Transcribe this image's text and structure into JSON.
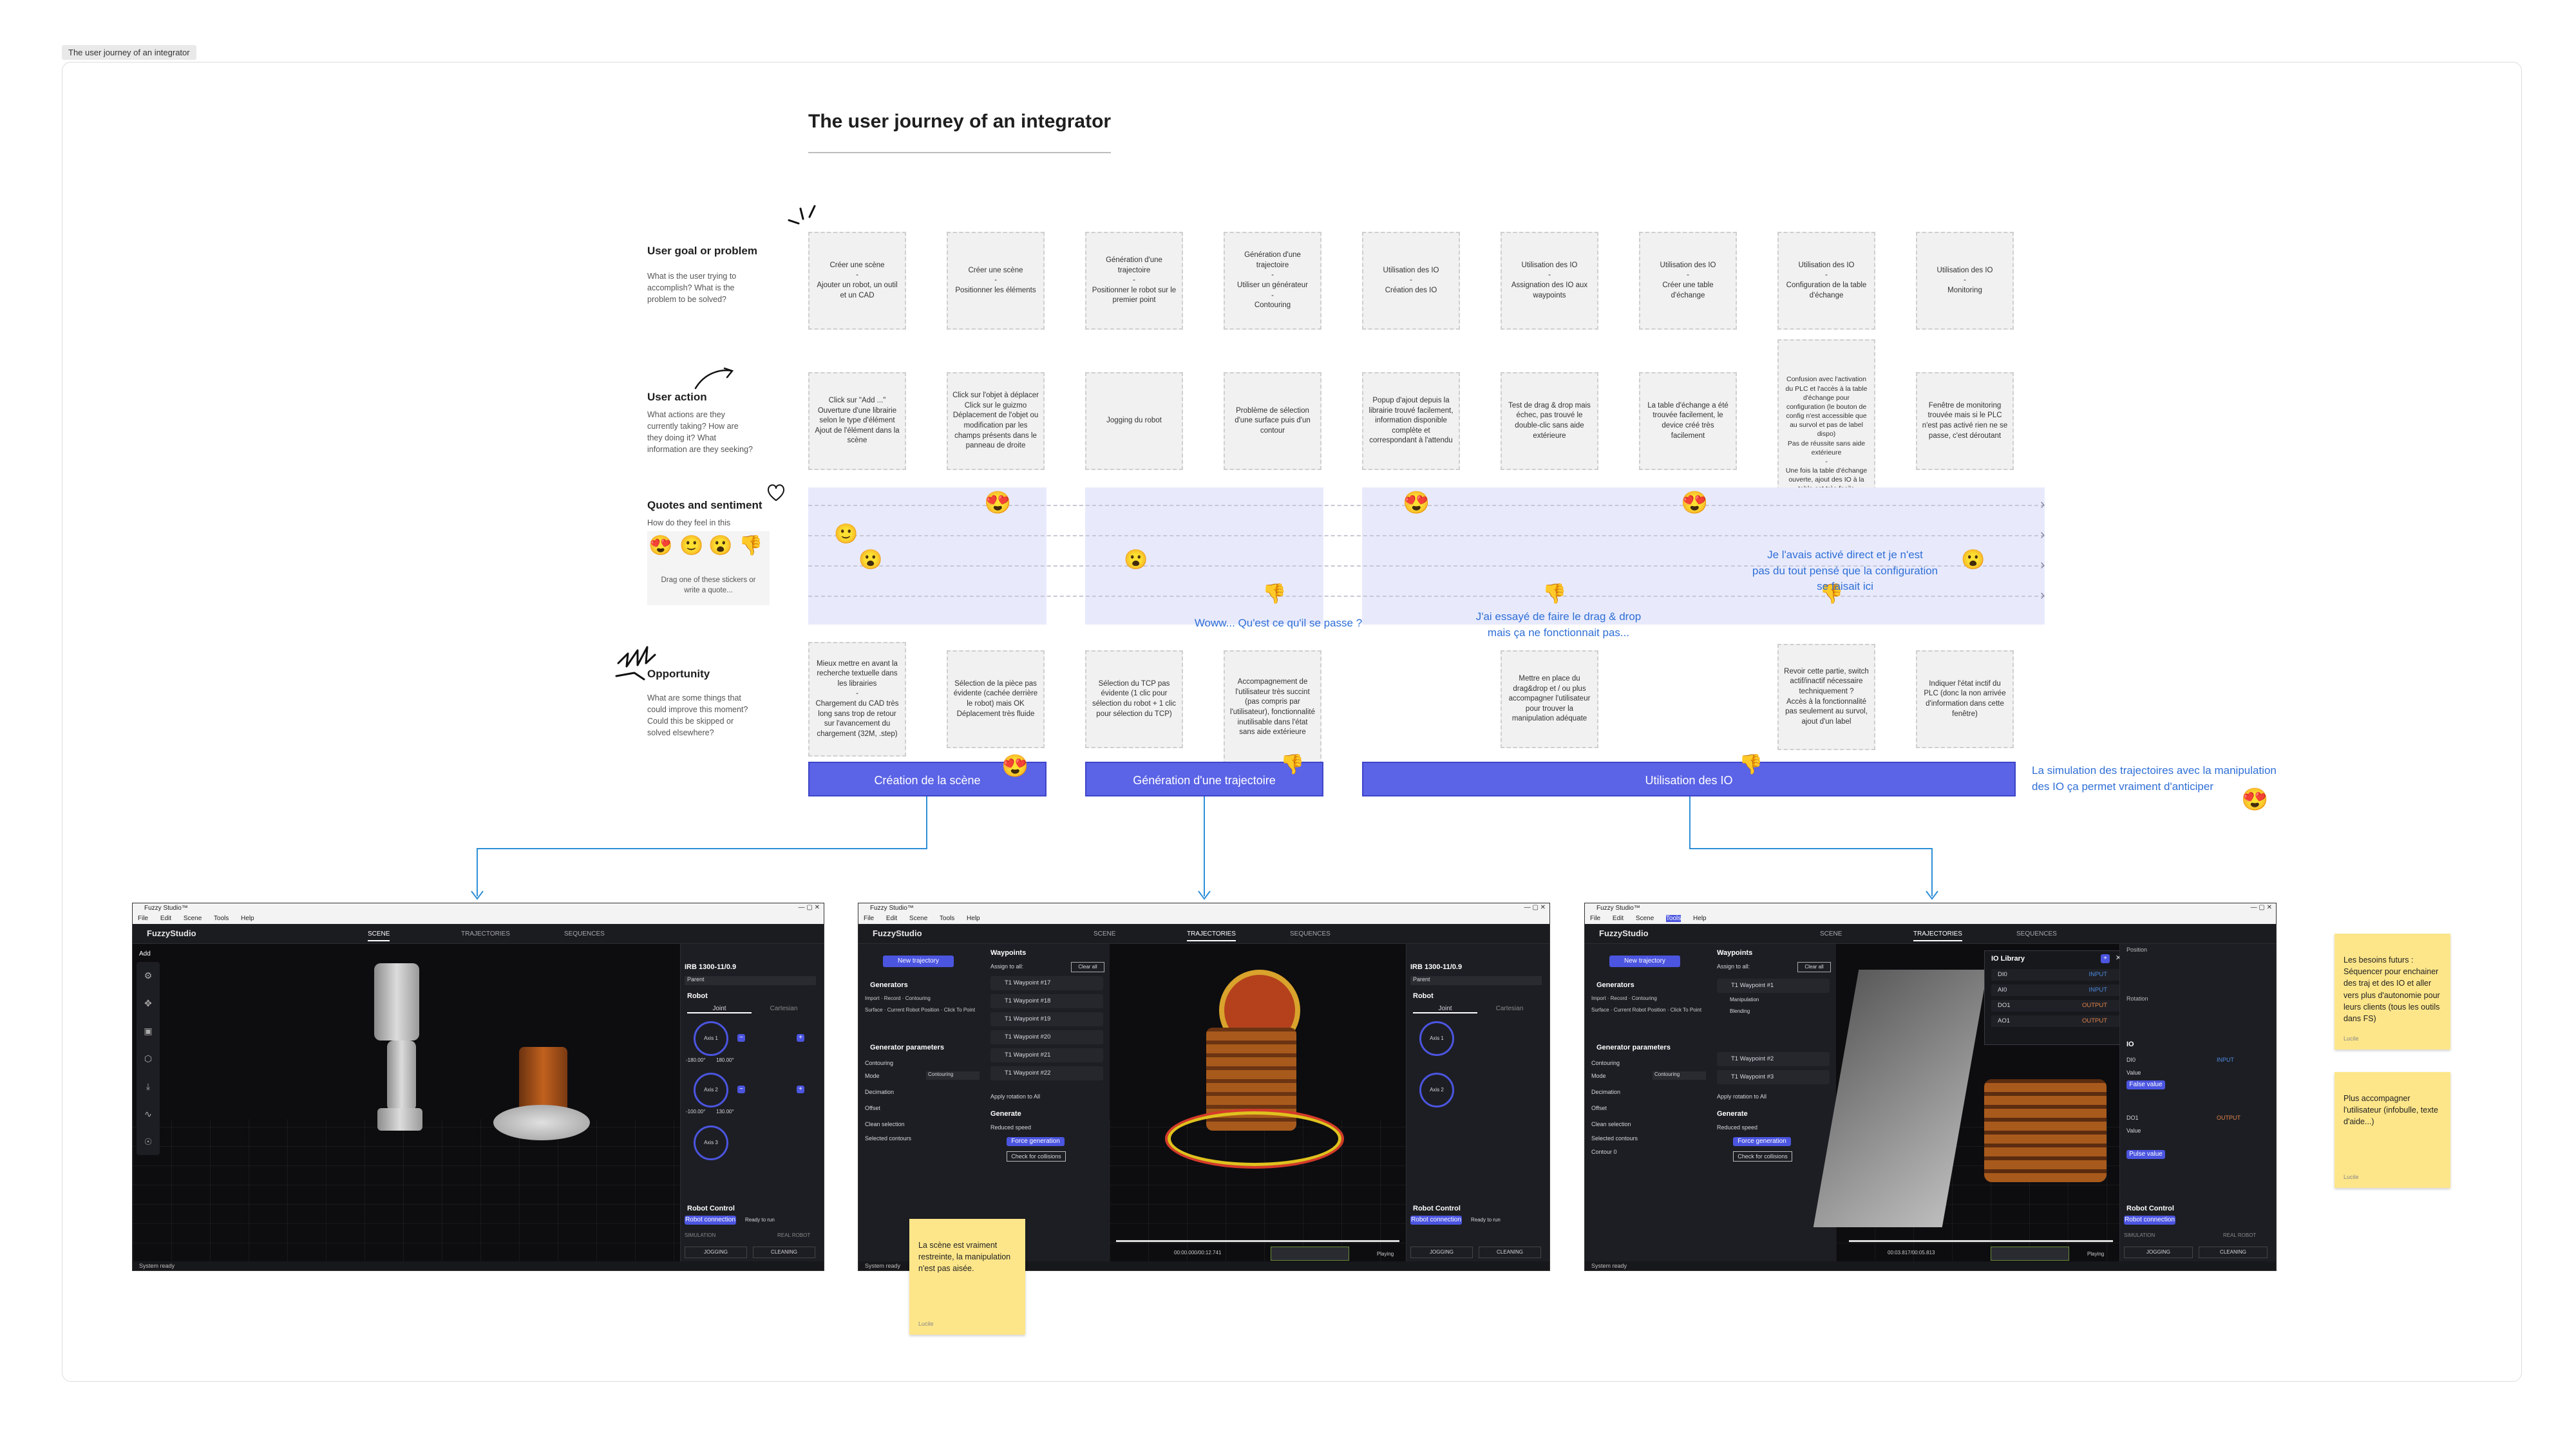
{
  "frame_label": "The user journey of an integrator",
  "title": "The user journey of an integrator",
  "rows": [
    {
      "label": "User goal or problem",
      "desc": "What is the user trying to accomplish? What is the problem to be solved?"
    },
    {
      "label": "User action",
      "desc": "What actions are they currently taking? How are they doing it? What information are they seeking?"
    },
    {
      "label": "Quotes and sentiment",
      "desc": "How do they feel in this moment?"
    },
    {
      "label": "Opportunity",
      "desc": "What are some things that could improve this moment? Could this be skipped or solved elsewhere?"
    }
  ],
  "sentiment_hint": "Drag one of these stickers or write a quote...",
  "goals": [
    "Créer une scène\n-\nAjouter un robot, un outil et un CAD",
    "Créer une scène\n-\nPositionner les éléments",
    "Génération d'une trajectoire\n-\nPositionner le robot sur le premier point",
    "Génération d'une trajectoire\n-\nUtiliser un générateur\n-\nContouring",
    "Utilisation des IO\n-\nCréation des IO",
    "Utilisation des IO\n-\nAssignation des IO aux waypoints",
    "Utilisation des IO\n-\nCréer une table d'échange",
    "Utilisation des IO\n-\nConfiguration de la table d'échange",
    "Utilisation des IO\n-\nMonitoring"
  ],
  "actions": [
    "Click sur \"Add ...\"\nOuverture d'une librairie selon le type d'élément\nAjout de l'élément dans la scène",
    "Click sur l'objet à déplacer\nClick sur le guizmo\nDéplacement de l'objet ou modification par les champs présents dans le panneau de droite",
    "Jogging du robot",
    "Problème de sélection d'une surface puis d'un contour",
    "Popup d'ajout depuis la librairie trouvé facilement, information disponible complète et correspondant à l'attendu",
    "Test de drag & drop mais échec, pas trouvé le double-clic sans aide extérieure",
    "La table d'échange a été trouvée facilement, le device créé très facilement",
    "Confusion avec l'activation du PLC et l'accès à la table d'échange pour configuration (le bouton de config n'est accessible que au survol et pas de label dispo)\nPas de réussite sans aide extérieure\n-\nUne fois la table d'échange ouverte, ajout des IO à la table est très facile",
    "Fenêtre de monitoring trouvée mais si le PLC n'est pas activé rien ne se passe, c'est déroutant"
  ],
  "opportunities": [
    "Mieux mettre en avant la recherche textuelle dans les librairies\n-\nChargement du CAD très long sans trop de retour sur l'avancement du chargement (32M, .step)",
    "Sélection de la pièce pas évidente (cachée derrière le robot) mais OK\nDéplacement très fluide",
    "Sélection du TCP pas évidente (1 clic pour sélection du robot + 1 clic pour sélection du TCP)",
    "Accompagnement de l'utilisateur très succint (pas compris par l'utilisateur), fonctionnalité inutilisable dans l'état sans aide extérieure",
    "Mettre en place du drag&drop et / ou plus accompagner l'utilisateur pour trouver la manipulation adéquate",
    "Revoir cette partie, switch actif/inactif nécessaire techniquement ?\nAccès à la fonctionnalité pas seulement au survol, ajout d'un label",
    "Indiquer l'état inctif du PLC (donc la non arrivée d'information dans cette fenêtre)"
  ],
  "quotes": [
    "Woww... Qu'est ce qu'il se passe ?",
    "J'ai essayé de faire le drag & drop\nmais ça ne fonctionnait pas...",
    "Je l'avais activé direct et je n'est\npas du tout pensé que la configuration\nse faisait ici",
    "La simulation des trajectoires avec la manipulation\ndes IO ça permet vraiment d'anticiper"
  ],
  "phases": [
    "Création de la scène",
    "Génération d'une trajectoire",
    "Utilisation des IO"
  ],
  "app": {
    "window_title": "Fuzzy Studio™",
    "logo": "FuzzyStudio",
    "menu": [
      "File",
      "Edit",
      "Scene",
      "Tools",
      "Help"
    ],
    "menu_io": [
      "File",
      "Edit",
      "Scene",
      "Tools",
      "Help"
    ],
    "tabs": [
      "SCENE",
      "TRAJECTORIES",
      "SEQUENCES"
    ],
    "status": "System ready",
    "robot_name": "IRB 1300-11/0.9",
    "parent": "Parent",
    "robot": "Robot",
    "joint": "Joint",
    "cartesian": "Cartesian",
    "axe1": "Axis 1",
    "axe2": "Axis 2",
    "axe3": "Axis 3",
    "limit_min": "-180.00°",
    "limit_max": "180.00°",
    "limit_max2": "130.00°",
    "limit_min2": "-100.00°",
    "robot_control": "Robot Control",
    "robot_connection": "Robot connection",
    "ready_to_run": "Ready to run",
    "simulation": "SIMULATION",
    "real_robot": "REAL ROBOT",
    "jogging": "JOGGING",
    "cleaning": "CLEANING",
    "add": "Add",
    "new_trajectory": "New trajectory",
    "generators": "Generators",
    "waypoints": "Waypoints",
    "assign_to_all": "Assign to all:",
    "clear_all": "Clear all",
    "gen_items": [
      "Import",
      "Record",
      "Contouring",
      "Surface",
      "Current Robot Position",
      "Click To Point"
    ],
    "generator_parameters": "Generator parameters",
    "contouring": "Contouring",
    "mode": "Mode",
    "mode_value": "Contouring",
    "decimation": "Decimation",
    "offset": "Offset",
    "clean_selection": "Clean selection",
    "selected_contours": "Selected contours",
    "apply_rotation": "Apply rotation to All",
    "generate": "Generate",
    "reduced_speed": "Reduced speed",
    "force_generation": "Force generation",
    "check_collisions": "Check for collisions",
    "wp_list": [
      "T1 Waypoint #17",
      "T1 Waypoint #18",
      "T1 Waypoint #19",
      "T1 Waypoint #20",
      "T1 Waypoint #21",
      "T1 Waypoint #22"
    ],
    "playing": "Playing",
    "time": "00:00.000/00:12.741",
    "io_library": "IO Library",
    "io_rows": [
      {
        "name": "DI0",
        "type": "INPUT"
      },
      {
        "name": "AI0",
        "type": "INPUT"
      },
      {
        "name": "DO1",
        "type": "OUTPUT"
      },
      {
        "name": "AO1",
        "type": "OUTPUT"
      }
    ],
    "io_wp1": "T1 Waypoint #1",
    "io_wp2": "T1 Waypoint #2",
    "io_wp3": "T1 Waypoint #3",
    "manipulation": "Manipulation",
    "blending": "Blending",
    "contour0": "Contour 0",
    "io": "IO",
    "value": "Value",
    "false_value": "False value",
    "pulse_value": "Pulse value",
    "position": "Position",
    "rotation": "Rotation",
    "time_io": "00:03.817/00:05.813"
  },
  "stickies": [
    {
      "text": "La scène est vraiment restreinte, la manipulation n'est pas aisée.",
      "author": "Lucile"
    },
    {
      "text": "Les besoins futurs : Séquencer pour enchainer des traj et des IO et aller vers plus d'autonomie pour leurs clients (tous les outils dans FS)",
      "author": "Lucile"
    },
    {
      "text": "Plus accompagner l'utilisateur (infobulle, texte d'aide...)",
      "author": "Lucile"
    }
  ],
  "colors": {
    "accent": "#5b63e6",
    "quote": "#2f6fd6",
    "band": "#e8eafc",
    "sticky": "#fde68a"
  }
}
